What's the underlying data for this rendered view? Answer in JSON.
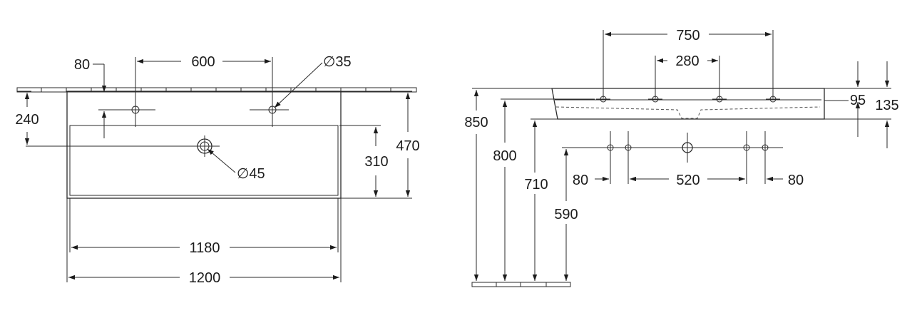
{
  "top_view": {
    "dims": {
      "d80": "80",
      "d600": "600",
      "d35": "∅35",
      "d240": "240",
      "d470": "470",
      "d310": "310",
      "d45": "∅45",
      "d1180": "1180",
      "d1200": "1200"
    }
  },
  "front_view": {
    "dims": {
      "d750": "750",
      "d280": "280",
      "d95": "95",
      "d135": "135",
      "d850": "850",
      "d800": "800",
      "d710": "710",
      "d590": "590",
      "d80_left": "80",
      "d520": "520",
      "d80_right": "80"
    }
  }
}
